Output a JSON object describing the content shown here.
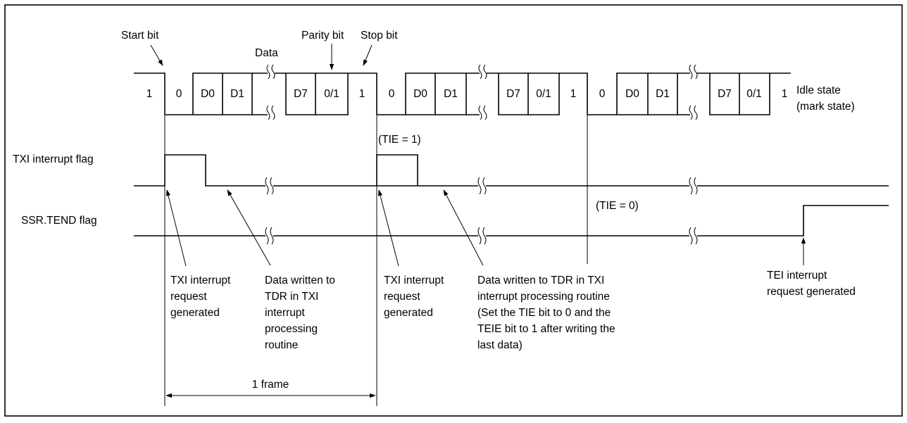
{
  "top_labels": {
    "start_bit": "Start bit",
    "data": "Data",
    "parity_bit": "Parity bit",
    "stop_bit": "Stop bit"
  },
  "frame1_bits": [
    "1",
    "0",
    "D0",
    "D1",
    "D7",
    "0/1",
    "1"
  ],
  "frame2_bits": [
    "0",
    "D0",
    "D1",
    "D7",
    "0/1",
    "1"
  ],
  "frame3_bits": [
    "0",
    "D0",
    "D1",
    "D7",
    "0/1",
    "1"
  ],
  "idle_state": {
    "line1": "Idle state",
    "line2": "(mark state)"
  },
  "signals": {
    "txi_flag": "TXI interrupt flag",
    "tend_flag": "SSR.TEND flag"
  },
  "tie_labels": {
    "tie1": "(TIE = 1)",
    "tie0": "(TIE = 0)"
  },
  "annotations": {
    "txi_req_1": [
      "TXI interrupt",
      "request",
      "generated"
    ],
    "data_written_1": [
      "Data written to",
      "TDR in TXI",
      "interrupt",
      "processing",
      "routine"
    ],
    "txi_req_2": [
      "TXI interrupt",
      "request",
      "generated"
    ],
    "data_written_2": [
      "Data written to TDR in TXI",
      "interrupt processing routine",
      "(Set the TIE bit to 0 and the",
      "TEIE bit to 1 after writing the",
      "last data)"
    ],
    "tei_req": [
      "TEI interrupt",
      "request generated"
    ]
  },
  "frame_label": "1 frame"
}
